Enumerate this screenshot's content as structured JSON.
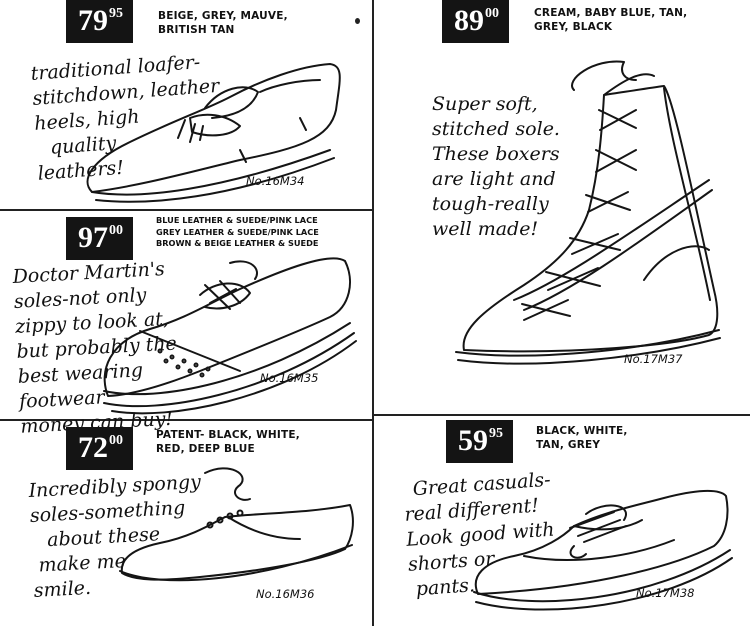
{
  "panels": [
    {
      "price_main": "79",
      "price_cents": "95",
      "colors": [
        "BEIGE, GREY, MAUVE,",
        "BRITISH TAN"
      ],
      "description": [
        "traditional loafer-",
        "stitchdown, leather",
        "heels, high",
        "quality",
        "leathers!"
      ],
      "code": "No.16M34"
    },
    {
      "price_main": "97",
      "price_cents": "00",
      "colors": [
        "BLUE LEATHER & SUEDE/PINK LACE",
        "GREY LEATHER & SUEDE/PINK LACE",
        "BROWN & BEIGE LEATHER & SUEDE"
      ],
      "description": [
        "Doctor Martin's",
        "soles-not only",
        "zippy to look at,",
        "but probably the",
        "best wearing",
        "footwear",
        "money can buy!"
      ],
      "code": "No.16M35"
    },
    {
      "price_main": "72",
      "price_cents": "00",
      "colors": [
        "PATENT- BLACK, WHITE,",
        "RED, DEEP BLUE"
      ],
      "description": [
        "Incredibly spongy",
        "soles-something",
        "about these",
        "make me",
        "smile."
      ],
      "code": "No.16M36"
    },
    {
      "price_main": "89",
      "price_cents": "00",
      "colors": [
        "CREAM, BABY BLUE, TAN,",
        "GREY, BLACK"
      ],
      "description": [
        "Super soft,",
        "stitched sole.",
        "These boxers",
        "are light and",
        "tough-really",
        "well made!"
      ],
      "code": "No.17M37"
    },
    {
      "price_main": "59",
      "price_cents": "95",
      "colors": [
        "BLACK, WHITE,",
        "TAN, GREY"
      ],
      "description": [
        "Great casuals-",
        "real different!",
        "Look good with",
        "shorts or",
        "pants."
      ],
      "code": "No.17M38"
    }
  ],
  "colors": {
    "ink": "#141414",
    "paper": "#ffffff"
  },
  "icons": {
    "shoe_1": "loafer-sketch",
    "shoe_2": "lace-up-creeper-sketch",
    "shoe_3": "patent-lace-up-sketch",
    "shoe_4": "boxing-boot-sketch",
    "shoe_5": "casual-sneaker-sketch"
  }
}
